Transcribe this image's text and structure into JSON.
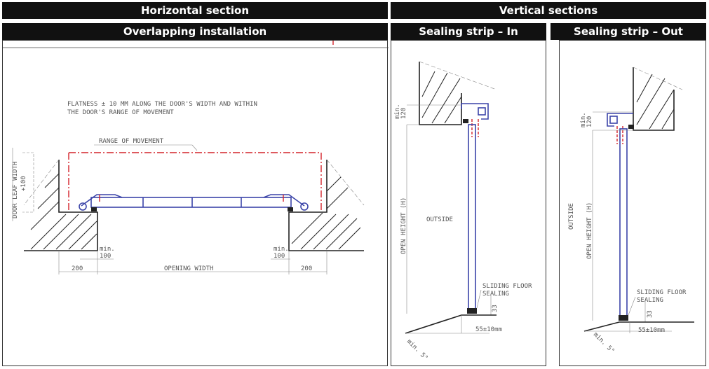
{
  "headers": {
    "horizontal": "Horizontal section",
    "vertical": "Vertical sections",
    "overlapping": "Overlapping installation",
    "seal_in": "Sealing strip – In",
    "seal_out": "Sealing strip – Out"
  },
  "horizontal": {
    "flatness_line1": "FLATNESS ± 10 MM ALONG THE DOOR'S WIDTH AND WITHIN",
    "flatness_line2": "THE DOOR'S RANGE OF MOVEMENT",
    "range": "RANGE OF MOVEMENT",
    "door_leaf_width": "DOOR LEAF WIDTH",
    "plus100": "+100",
    "min_left": "min.",
    "min_left_val": "100",
    "min_right": "min.",
    "min_right_val": "100",
    "dim_200_left": "200",
    "opening_width": "OPENING WIDTH",
    "dim_200_right": "200"
  },
  "seal_in": {
    "min": "min.",
    "min_val": "120",
    "open_height": "OPEN HEIGHT (H)",
    "outside": "OUTSIDE",
    "sliding1": "SLIDING FLOOR",
    "sliding2": "SEALING",
    "dim33": "33",
    "dim55": "55±10mm",
    "min5": "min. 5°"
  },
  "seal_out": {
    "min": "min.",
    "min_val": "120",
    "open_height": "OPEN HEIGHT (H)",
    "outside": "OUTSIDE",
    "sliding1": "SLIDING FLOOR",
    "sliding2": "SEALING",
    "dim33": "33",
    "dim55": "55±10mm",
    "min5": "min. 5°"
  },
  "colors": {
    "header_bg": "#111111",
    "door_blue": "#3b44a8",
    "range_red": "#d4232a"
  }
}
